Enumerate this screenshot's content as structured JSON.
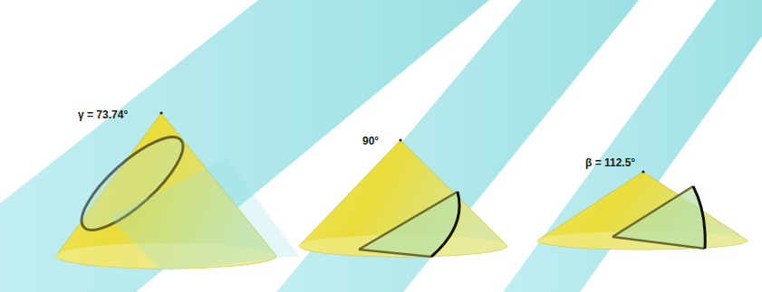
{
  "diagram": {
    "labels": [
      "γ = 73.74°",
      "90°",
      "β = 112.5°"
    ]
  }
}
